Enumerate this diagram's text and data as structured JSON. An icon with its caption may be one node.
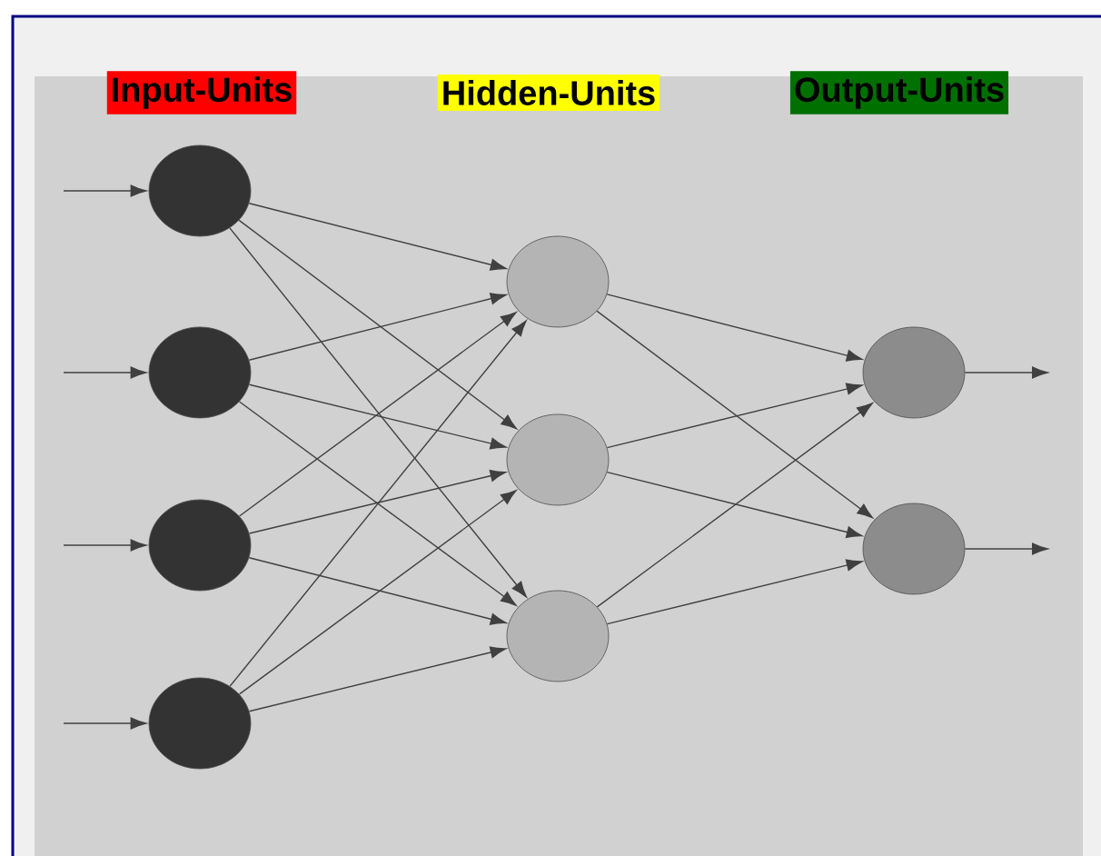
{
  "diagram": {
    "nodes": [
      {
        "text": [],
        "shape": "circle"
      },
      {
        "text": [],
        "shape": "circle"
      },
      {
        "text": [],
        "shape": "circle"
      },
      {
        "text": [],
        "shape": "circle"
      },
      {
        "text": [],
        "shape": "circle"
      },
      {
        "text": [],
        "shape": "circle"
      },
      {
        "text": [],
        "shape": "circle"
      },
      {
        "text": [],
        "shape": "circle"
      },
      {
        "text": [],
        "shape": "circle"
      }
    ],
    "edges": [
      {
        "from": null,
        "to": 0,
        "arrow": "to"
      },
      {
        "from": null,
        "to": 1,
        "arrow": "to"
      },
      {
        "from": null,
        "to": 2,
        "arrow": "to"
      },
      {
        "from": null,
        "to": 3,
        "arrow": "to"
      },
      {
        "from": 0,
        "to": 4,
        "arrow": "to"
      },
      {
        "from": 0,
        "to": 5,
        "arrow": "to"
      },
      {
        "from": 0,
        "to": 6,
        "arrow": "to"
      },
      {
        "from": 1,
        "to": 4,
        "arrow": "to"
      },
      {
        "from": 1,
        "to": 5,
        "arrow": "to"
      },
      {
        "from": 1,
        "to": 6,
        "arrow": "to"
      },
      {
        "from": 2,
        "to": 4,
        "arrow": "to"
      },
      {
        "from": 2,
        "to": 5,
        "arrow": "to"
      },
      {
        "from": 2,
        "to": 6,
        "arrow": "to"
      },
      {
        "from": 3,
        "to": 4,
        "arrow": "to"
      },
      {
        "from": 3,
        "to": 5,
        "arrow": "to"
      },
      {
        "from": 3,
        "to": 6,
        "arrow": "to"
      },
      {
        "from": 4,
        "to": 7,
        "arrow": "to"
      },
      {
        "from": 4,
        "to": 8,
        "arrow": "to"
      },
      {
        "from": 5,
        "to": 7,
        "arrow": "to"
      },
      {
        "from": 5,
        "to": 8,
        "arrow": "to"
      },
      {
        "from": 6,
        "to": 7,
        "arrow": "to"
      },
      {
        "from": 6,
        "to": 8,
        "arrow": "to"
      },
      {
        "from": 7,
        "to": null,
        "arrow": "to"
      },
      {
        "from": 8,
        "to": null,
        "arrow": "to"
      }
    ],
    "labels": [
      "Input-Units",
      "Hidden-Units",
      "Output-Units"
    ]
  }
}
